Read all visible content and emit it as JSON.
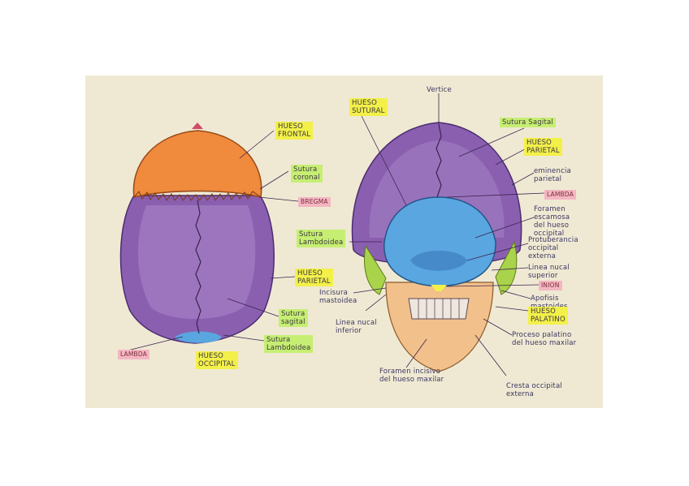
{
  "labels": {
    "frontal": "HUESO\nFRONTAL",
    "sutura_coronal": "Sutura\ncoronal",
    "bregma": "BREGMA",
    "sutura_lambdoidea_left": "Sutura\nLambdoidea",
    "parietal_left": "HUESO\nPARIETAL",
    "sutura_sagital_left": "Sutura\nsagital",
    "sutura_lambdoidea_bottom": "Sutura\nLambdoidea",
    "lambda": "LAMBDA",
    "occipital": "HUESO\nOCCIPITAL",
    "sutural": "HUESO\nSUTURAL",
    "vertice": "Vertice",
    "sutura_sagital_right": "Sutura Sagital",
    "parietal_right": "HUESO\nPARIETAL",
    "eminencia_parietal": "eminencia\nparietal",
    "lambda_right": "LAMBDA",
    "foramen_escamoso": "Foramen\nescamosa\ndel hueso\noccipital",
    "protuberancia": "Protuberancia\noccipital\nexterna",
    "linea_nucal_superior": "Linea nucal\nsuperior",
    "inion": "INION",
    "incisura_mastoidea": "Incisura\nmastoidea",
    "apofisis_mastoides": "Apofisis\nmastoides",
    "linea_nucal_inferior": "Linea nucal\ninferior",
    "palatino": "HUESO\nPALATINO",
    "proceso_palatino": "Proceso palatino\ndel hueso maxilar",
    "foramen_incisivo": "Foramen incisivo\ndel hueso maxilar",
    "cresta_occipital": "Cresta occipital\nexterna"
  },
  "colors": {
    "paper": "#efe9d3",
    "frontal": "#f08a3c",
    "parietal": "#8a5fb0",
    "occipital": "#5aa6e0",
    "temporal": "#a9d34a",
    "maxilla": "#f2c08a",
    "highlight_yellow": "#f3f04a",
    "highlight_green": "#c6ee72",
    "highlight_pink": "#f4b6c2"
  }
}
